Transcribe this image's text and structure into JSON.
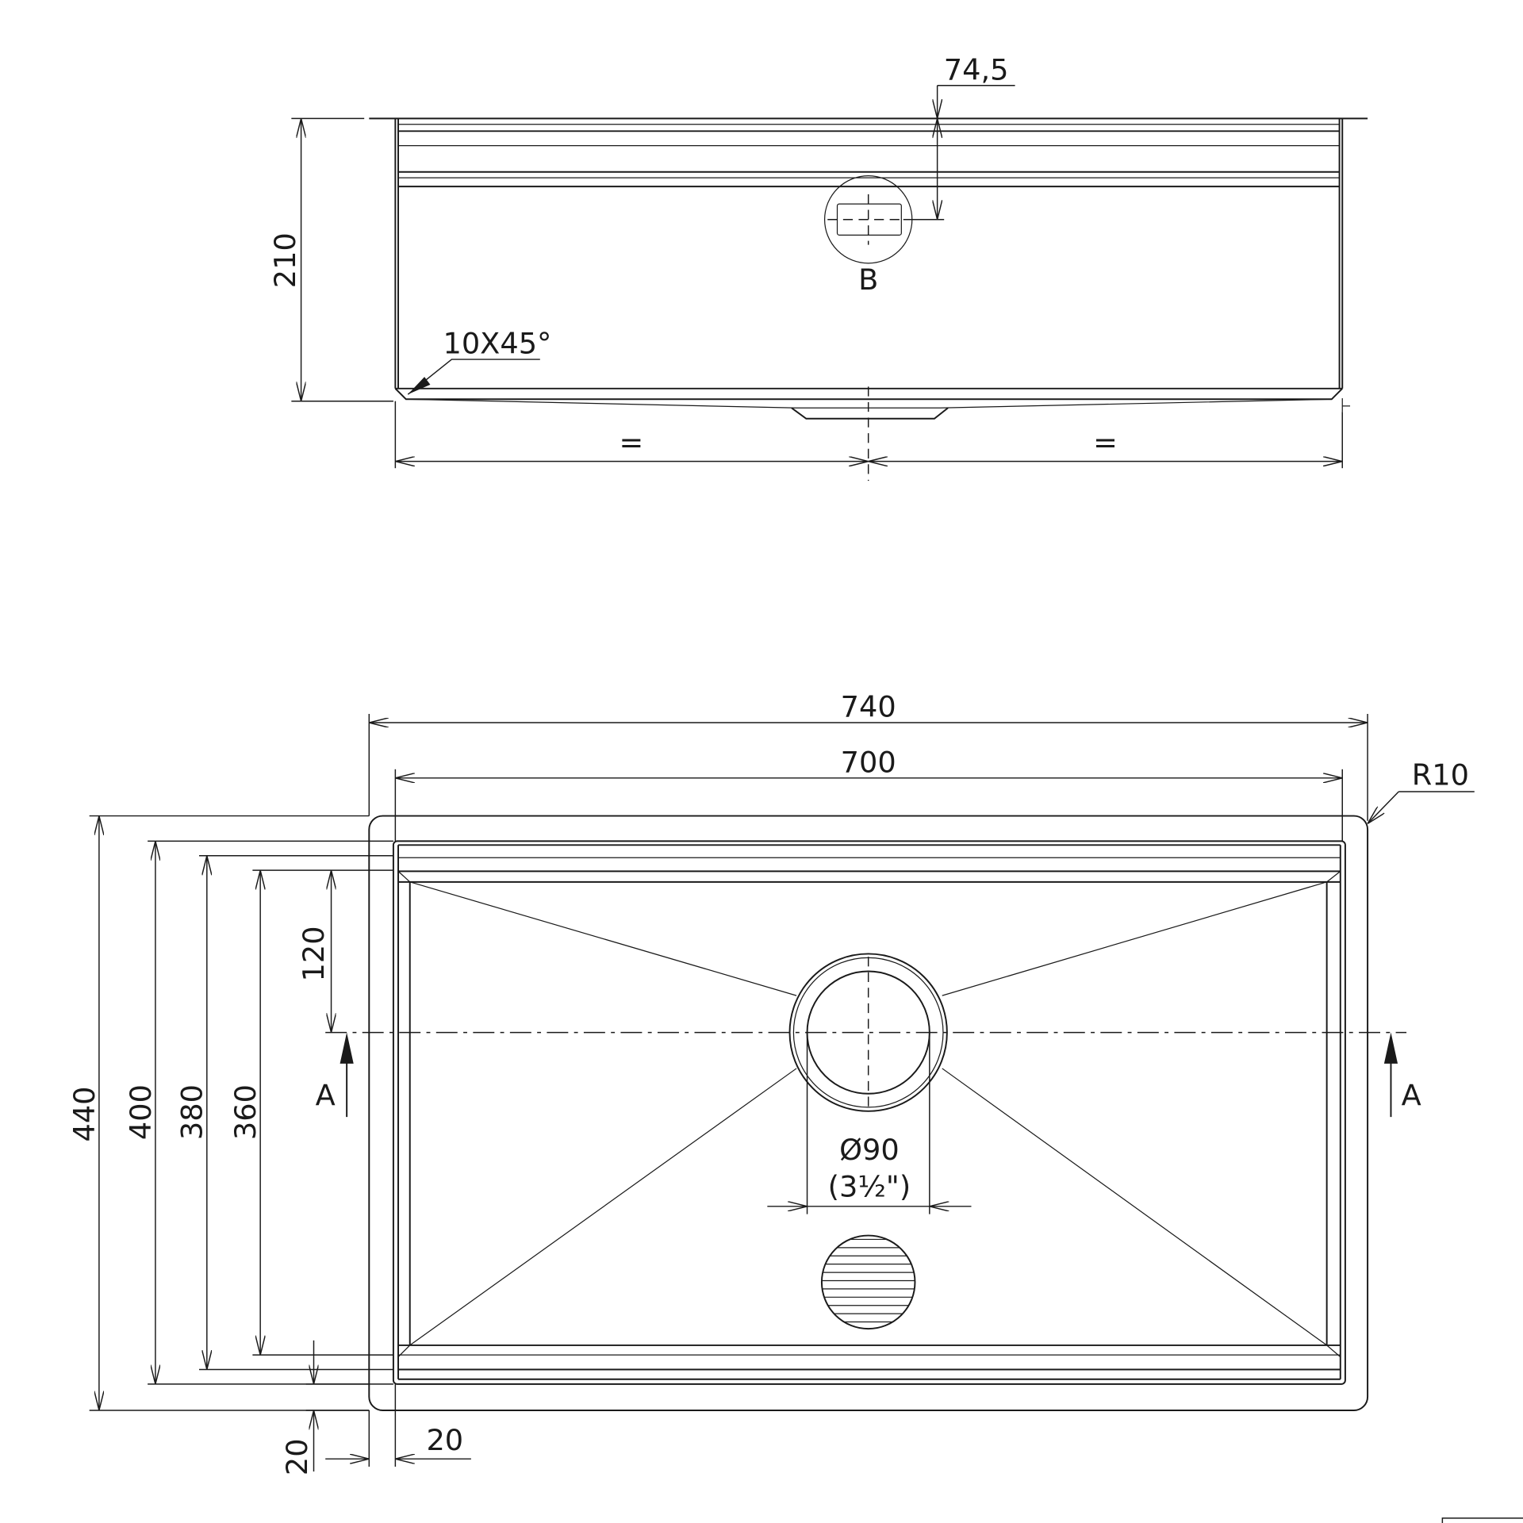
{
  "elevation": {
    "height_dim": "210",
    "offset_dim": "74,5",
    "detail_label": "B",
    "chamfer_label": "10X45°",
    "equal_left": "=",
    "equal_right": "="
  },
  "plan": {
    "overall_width": "740",
    "inner_width": "700",
    "corner_radius": "R10",
    "overall_depth": "440",
    "depth_400": "400",
    "depth_380": "380",
    "depth_360": "360",
    "drain_offset": "120",
    "section_left": "A",
    "section_right": "A",
    "drain_diameter": "Ø90",
    "drain_diameter_inch": "(3½\")",
    "flange_vertical": "20",
    "flange_horizontal": "20"
  }
}
